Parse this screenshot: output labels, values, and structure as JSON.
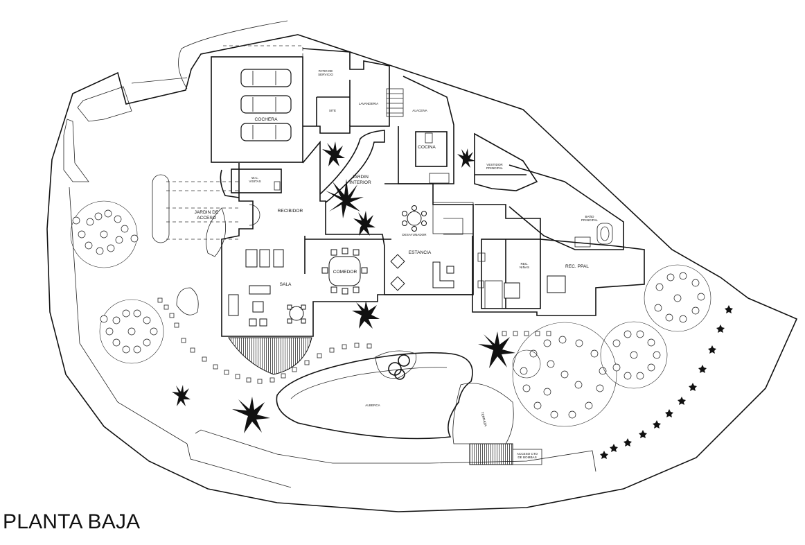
{
  "title": "PLANTA BAJA",
  "rooms": {
    "patio_servicio": [
      "PATIO DE",
      "SERVICIO"
    ],
    "lavanderia": "LAVANDERIA",
    "site": "SITE",
    "alacena": "ALACENA",
    "cochera": "COCHERA",
    "cocina": "COCINA",
    "vestidor": [
      "VESTIDOR",
      "PRINCIPAL"
    ],
    "wc_visitas": [
      "W.C.",
      "VISITAS"
    ],
    "jardin_interior": [
      "JARDIN",
      "INTERIOR"
    ],
    "recibidor": "RECIBIDOR",
    "jardin_acceso": [
      "JARDIN DE",
      "ACCESO"
    ],
    "desayunador": "DESAYUNADOR",
    "bano_principal": [
      "BAÑO",
      "PRINCIPAL"
    ],
    "estancia": "ESTANCIA",
    "comedor": "COMEDOR",
    "sala": "SALA",
    "rec_ninas": [
      "REC.",
      "NIÑAS"
    ],
    "rec_ppal": "REC. PPAL",
    "alberca": "ALBERCA",
    "terraza": "TERRAZA",
    "acceso_bomba": [
      "ACCESO CTO",
      "DE BOMBAS"
    ]
  }
}
